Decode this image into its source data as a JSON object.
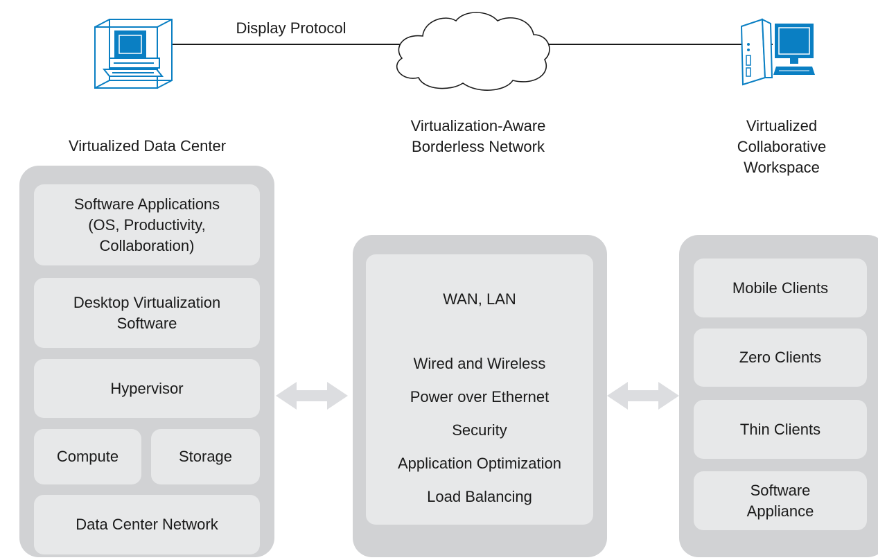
{
  "top": {
    "link_label": "Display Protocol"
  },
  "labels": {
    "data_center": "Virtualized Data Center",
    "network": "Virtualization-Aware\nBorderless Network",
    "workspace": "Virtualized\nCollaborative\nWorkspace"
  },
  "data_center": {
    "software_apps": "Software Applications\n(OS, Productivity,\nCollaboration)",
    "desktop_virt": "Desktop Virtualization\nSoftware",
    "hypervisor": "Hypervisor",
    "compute": "Compute",
    "storage": "Storage",
    "dc_network": "Data Center Network"
  },
  "network": {
    "wan_lan": "WAN, LAN",
    "features": [
      "Wired and Wireless",
      "Power over Ethernet",
      "Security",
      "Application Optimization",
      "Load Balancing"
    ]
  },
  "clients": [
    "Mobile Clients",
    "Zero Clients",
    "Thin Clients",
    "Software\nAppliance"
  ],
  "colors": {
    "icon_blue": "#0a7fc3",
    "panel_outer": "#d1d2d4",
    "panel_inner": "#e7e8e9",
    "arrow": "#dcdde0"
  },
  "icons": [
    "virtual-desktop-icon",
    "cloud-icon",
    "workstation-icon",
    "double-arrow-icon"
  ]
}
